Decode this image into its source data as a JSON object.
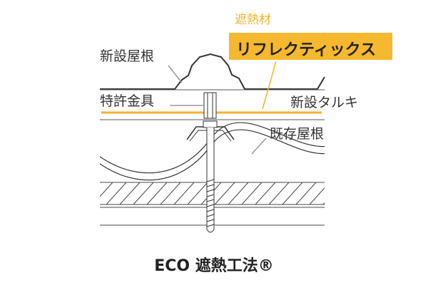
{
  "colors": {
    "accent": "#f5b12c",
    "line": "#333333"
  },
  "labels": {
    "new_roof": "新設屋根",
    "patent_bracket": "特許金具",
    "heat_shield_material": "遮熱材",
    "product_name": "リフレクティックス",
    "new_rafter": "新設タルキ",
    "existing_roof": "既存屋根"
  },
  "title": "ECO 遮熱工法®"
}
